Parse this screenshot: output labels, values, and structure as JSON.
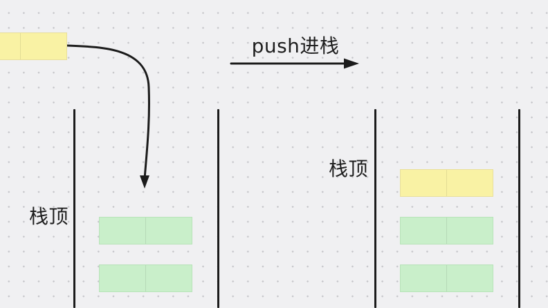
{
  "push_arrow": {
    "label": "push进栈"
  },
  "incoming_item": {
    "color": "yellow",
    "cells": 2
  },
  "left_stack": {
    "top_label": "栈顶",
    "items": [
      {
        "color": "green"
      },
      {
        "color": "green"
      }
    ]
  },
  "right_stack": {
    "top_label": "栈顶",
    "items": [
      {
        "color": "yellow"
      },
      {
        "color": "green"
      },
      {
        "color": "green"
      }
    ]
  },
  "colors": {
    "background": "#f0f0f2",
    "dot": "#c6c6ca",
    "stroke": "#1b1b1b",
    "text": "#1e1e1e",
    "item_yellow": "#f9f2a4",
    "item_yellow_border": "#e8df9b",
    "item_green": "#c9efca",
    "item_green_border": "#b7e3b8"
  }
}
